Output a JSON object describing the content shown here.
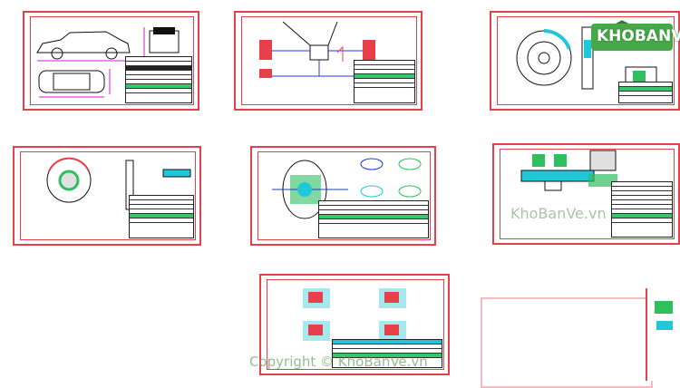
{
  "logo": {
    "text": "KHOBANVE"
  },
  "watermarks": {
    "center": "KhoBanVe.vn",
    "bottom": "Copyright © KhoBanVe.vn"
  },
  "colors": {
    "frame": "#e8404a",
    "accent_green": "#2fbf5f",
    "magenta": "#d21bd2",
    "blue": "#1c3cd6",
    "cyan": "#1ec8d8"
  },
  "sheets": [
    {
      "id": "sheet-1",
      "subject": "vehicle-views"
    },
    {
      "id": "sheet-2",
      "subject": "brake-system-schematic"
    },
    {
      "id": "sheet-3",
      "subject": "disc-brake"
    },
    {
      "id": "sheet-4",
      "subject": "drum-brake"
    },
    {
      "id": "sheet-5",
      "subject": "brake-booster"
    },
    {
      "id": "sheet-6",
      "subject": "master-cylinder"
    },
    {
      "id": "sheet-7",
      "subject": "brake-assemblies"
    },
    {
      "id": "sheet-8",
      "subject": "partial-sheet-a"
    },
    {
      "id": "sheet-9",
      "subject": "partial-sheet-b"
    }
  ]
}
